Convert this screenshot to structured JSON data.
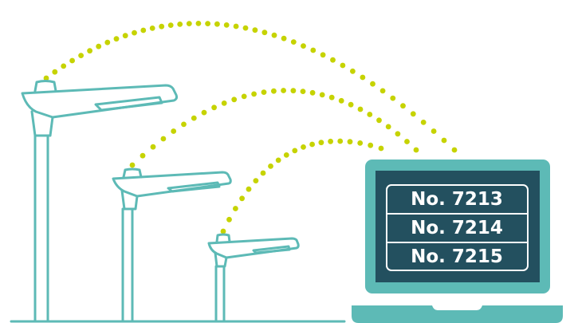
{
  "title": "Streetlights communicating wirelessly with a laptop",
  "colors": {
    "lamp_stroke": "#5dbab6",
    "signal_dots": "#c6d300",
    "laptop_body": "#5dbab6",
    "laptop_screen": "#23505f",
    "list_text": "#ffffff",
    "background": "#ffffff"
  },
  "lamps": [
    {
      "name": "streetlight-large",
      "size": "large"
    },
    {
      "name": "streetlight-medium",
      "size": "medium"
    },
    {
      "name": "streetlight-small",
      "size": "small"
    }
  ],
  "signals": [
    {
      "name": "signal-arc-large",
      "from": "streetlight-large",
      "to": "laptop"
    },
    {
      "name": "signal-arc-medium",
      "from": "streetlight-medium",
      "to": "laptop"
    },
    {
      "name": "signal-arc-small",
      "from": "streetlight-small",
      "to": "laptop"
    }
  ],
  "laptop": {
    "list": [
      {
        "label": "No. 7213"
      },
      {
        "label": "No. 7214"
      },
      {
        "label": "No. 7215"
      }
    ]
  }
}
